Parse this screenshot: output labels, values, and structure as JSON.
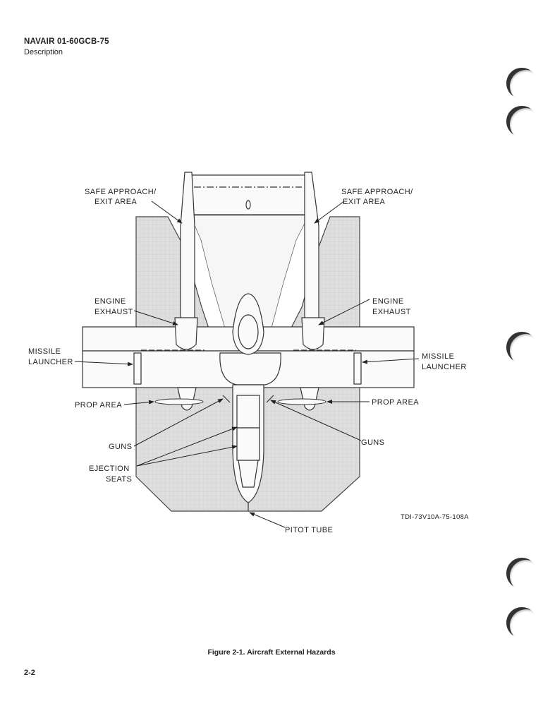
{
  "header": {
    "doc_number": "NAVAIR 01-60GCB-75",
    "section": "Description"
  },
  "figure": {
    "labels": {
      "safe_left_1": "SAFE APPROACH/",
      "safe_left_2": "EXIT AREA",
      "safe_right_1": "SAFE APPROACH/",
      "safe_right_2": "EXIT AREA",
      "exhaust_left_1": "ENGINE",
      "exhaust_left_2": "EXHAUST",
      "exhaust_right_1": "ENGINE",
      "exhaust_right_2": "EXHAUST",
      "missile_left_1": "MISSILE",
      "missile_left_2": "LAUNCHER",
      "missile_right_1": "MISSILE",
      "missile_right_2": "LAUNCHER",
      "prop_left": "PROP AREA",
      "prop_right": "PROP AREA",
      "guns_left": "GUNS",
      "guns_right": "GUNS",
      "ejection_1": "EJECTION",
      "ejection_2": "SEATS",
      "pitot": "PITOT TUBE"
    },
    "drawing_ref": "TDI-73V10A-75-108A",
    "caption": "Figure 2-1.  Aircraft External Hazards"
  },
  "footer": {
    "page_number": "2-2"
  },
  "colors": {
    "hazard_fill": "#dcdcdc",
    "ink": "#222222"
  }
}
